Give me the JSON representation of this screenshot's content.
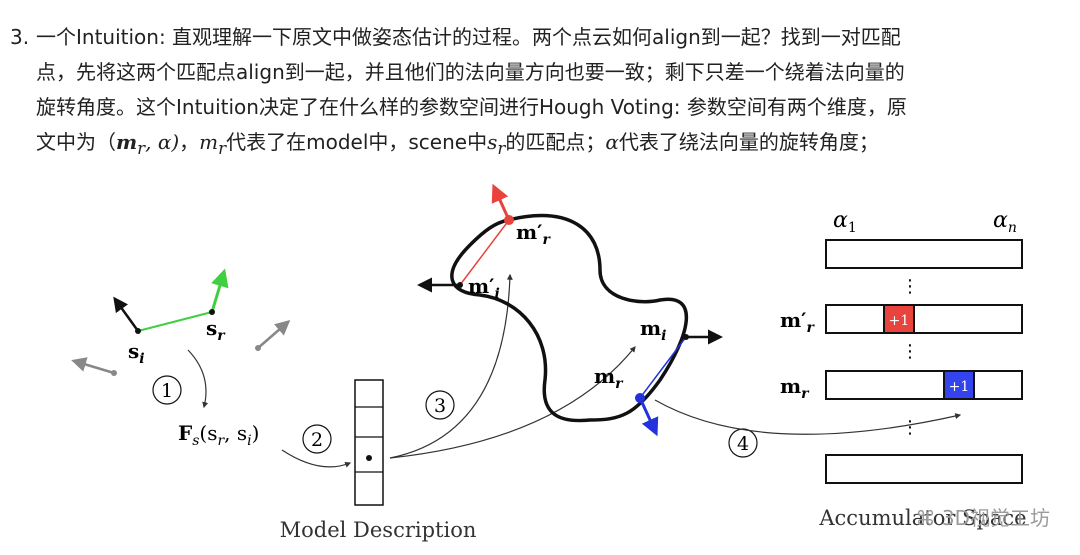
{
  "paragraph": {
    "number": "3.",
    "line1": "一个Intuition: 直观理解一下原文中做姿态估计的过程。两个点云如何align到一起？找到一对匹配",
    "line2": "点，先将这两个匹配点align到一起，并且他们的法向量方向也要一致；剩下只差一个绕着法向量的",
    "line3": "旋转角度。这个Intuition决定了在什么样的参数空间进行Hough Voting: 参数空间有两个维度，原",
    "line4_a": "文中为（",
    "line4_math1": "m",
    "line4_sub1": "r",
    "line4_math1b": ", α)",
    "line4_b": "，",
    "line4_math2": "m",
    "line4_sub2": "r",
    "line4_c": "代表了在model中，scene中",
    "line4_math3": "s",
    "line4_sub3": "r",
    "line4_d": "的匹配点；",
    "line4_math4": "α",
    "line4_e": "代表了绕法向量的旋转角度；"
  },
  "figure": {
    "label_si": "s",
    "label_si_sub": "i",
    "label_sr": "s",
    "label_sr_sub": "r",
    "feature_F": "F",
    "feature_F_sub": "s",
    "feature_args": "(s",
    "feature_arg1_sub": "r",
    "feature_mid": ", s",
    "feature_arg2_sub": "i",
    "feature_close": ")",
    "step1": "1",
    "step2": "2",
    "step3": "3",
    "step4": "4",
    "model_description": "Model Description",
    "label_mr_prime": "m′",
    "label_mr_prime_sub": "r",
    "label_mi_prime": "m′",
    "label_mi_prime_sub": "i",
    "label_mi": "m",
    "label_mi_sub": "i",
    "label_mr": "m",
    "label_mr_sub": "r",
    "alpha1": "α",
    "alpha1_sub": "1",
    "alphan": "α",
    "alphan_sub": "n",
    "row_mr_prime": "m′",
    "row_mr_prime_sub": "r",
    "row_mr": "m",
    "row_mr_sub": "r",
    "vote_red": "+1",
    "vote_blue": "+1",
    "accumulator_space": "Accumulator Space",
    "watermark": "3D视觉工坊",
    "colors": {
      "red": "#e8433c",
      "green": "#3fcf3f",
      "blue": "#2233dd",
      "gray": "#888888"
    }
  }
}
